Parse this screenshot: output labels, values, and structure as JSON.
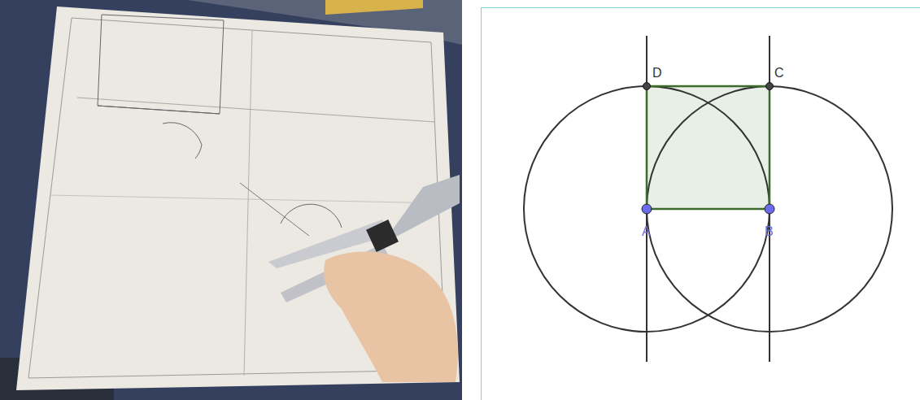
{
  "diagram": {
    "labels": [
      "D",
      "C",
      "A",
      "B"
    ]
  }
}
